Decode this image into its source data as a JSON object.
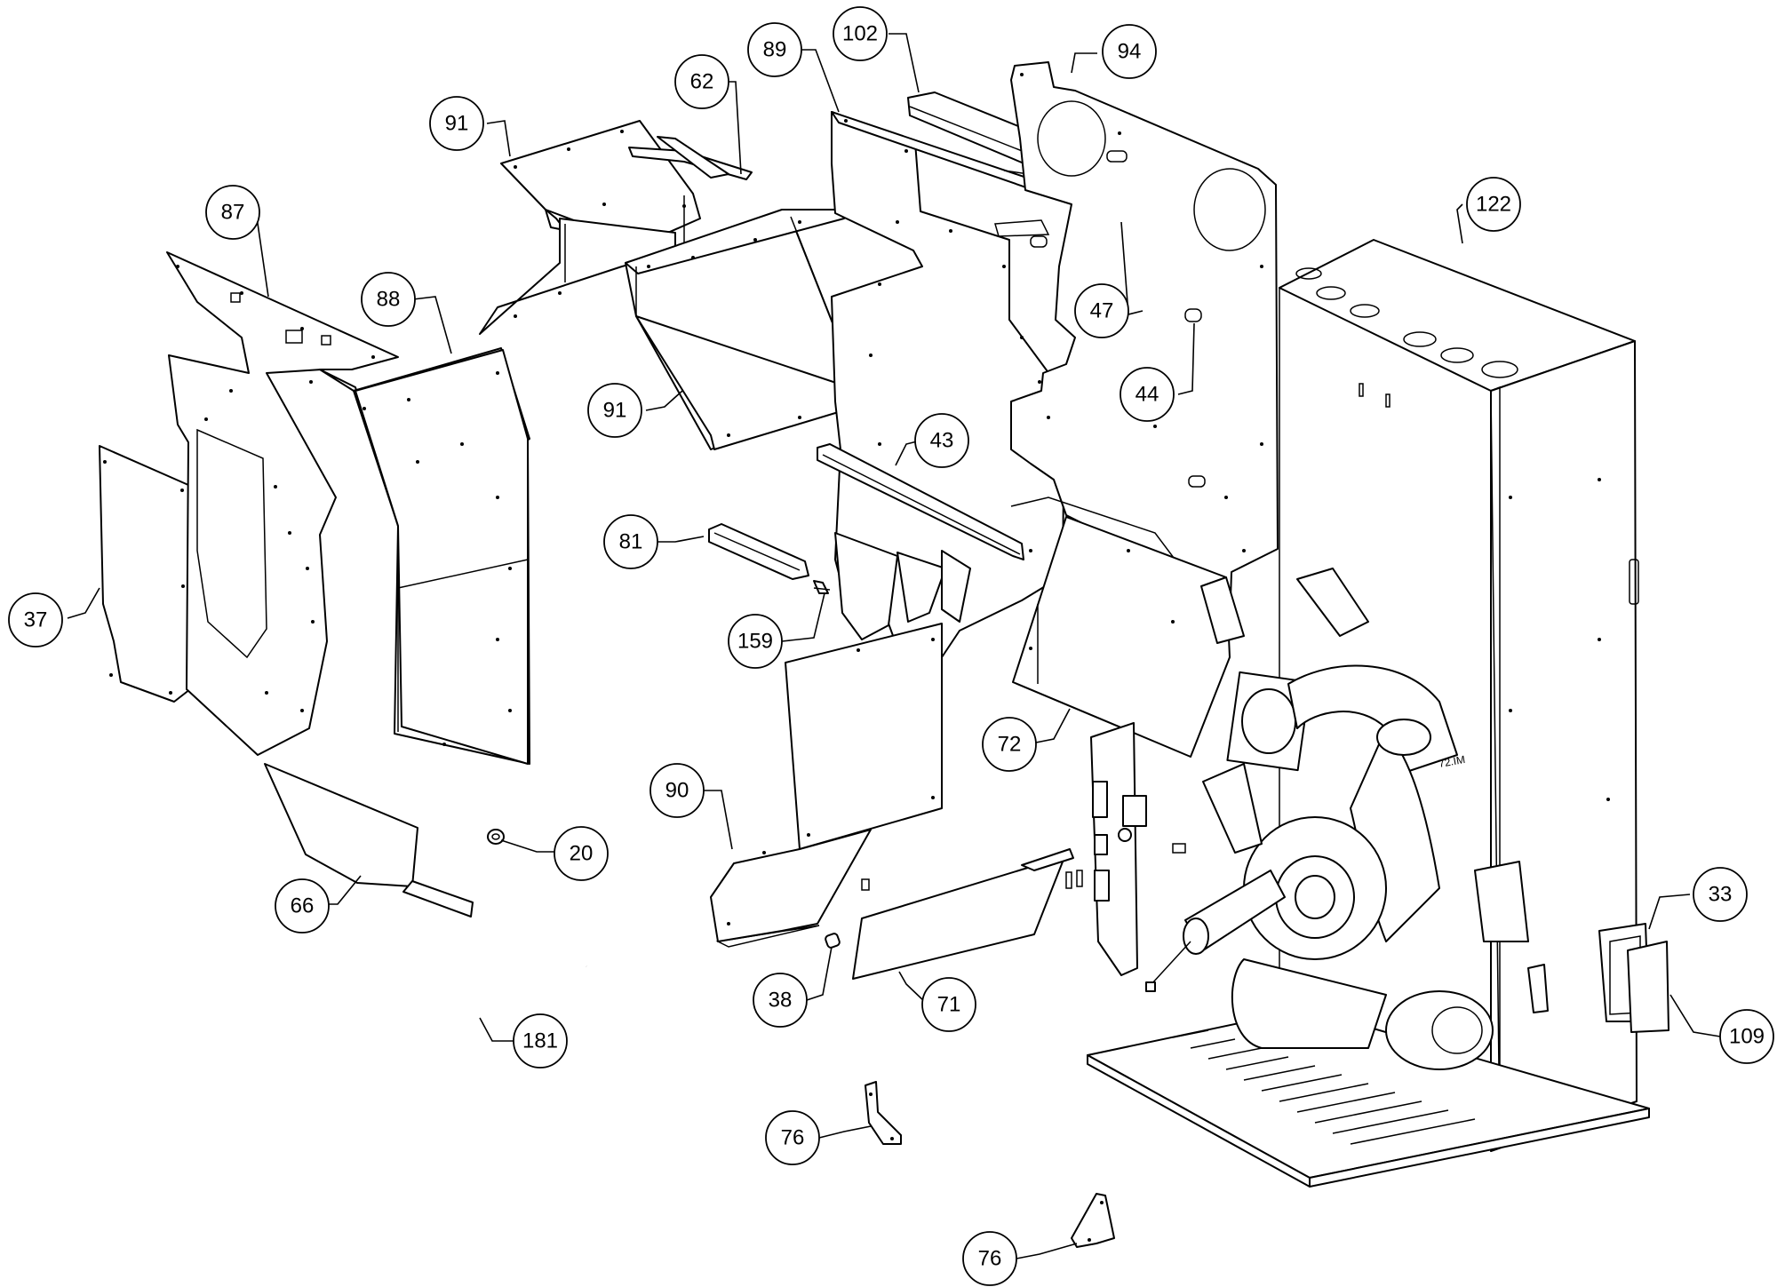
{
  "diagram": {
    "type": "exploded-parts-diagram",
    "callouts": [
      {
        "id": "c-37",
        "label": "37"
      },
      {
        "id": "c-87",
        "label": "87"
      },
      {
        "id": "c-88",
        "label": "88"
      },
      {
        "id": "c-91a",
        "label": "91"
      },
      {
        "id": "c-62",
        "label": "62"
      },
      {
        "id": "c-89",
        "label": "89"
      },
      {
        "id": "c-102",
        "label": "102"
      },
      {
        "id": "c-94",
        "label": "94"
      },
      {
        "id": "c-122",
        "label": "122"
      },
      {
        "id": "c-47",
        "label": "47"
      },
      {
        "id": "c-44",
        "label": "44"
      },
      {
        "id": "c-91b",
        "label": "91"
      },
      {
        "id": "c-43",
        "label": "43"
      },
      {
        "id": "c-81",
        "label": "81"
      },
      {
        "id": "c-159",
        "label": "159"
      },
      {
        "id": "c-72",
        "label": "72"
      },
      {
        "id": "c-90",
        "label": "90"
      },
      {
        "id": "c-20",
        "label": "20"
      },
      {
        "id": "c-66",
        "label": "66"
      },
      {
        "id": "c-38",
        "label": "38"
      },
      {
        "id": "c-71",
        "label": "71"
      },
      {
        "id": "c-181",
        "label": "181"
      },
      {
        "id": "c-76a",
        "label": "76"
      },
      {
        "id": "c-76b",
        "label": "76"
      },
      {
        "id": "c-33",
        "label": "33"
      },
      {
        "id": "c-109",
        "label": "109"
      }
    ],
    "part_label": "72.IM"
  }
}
